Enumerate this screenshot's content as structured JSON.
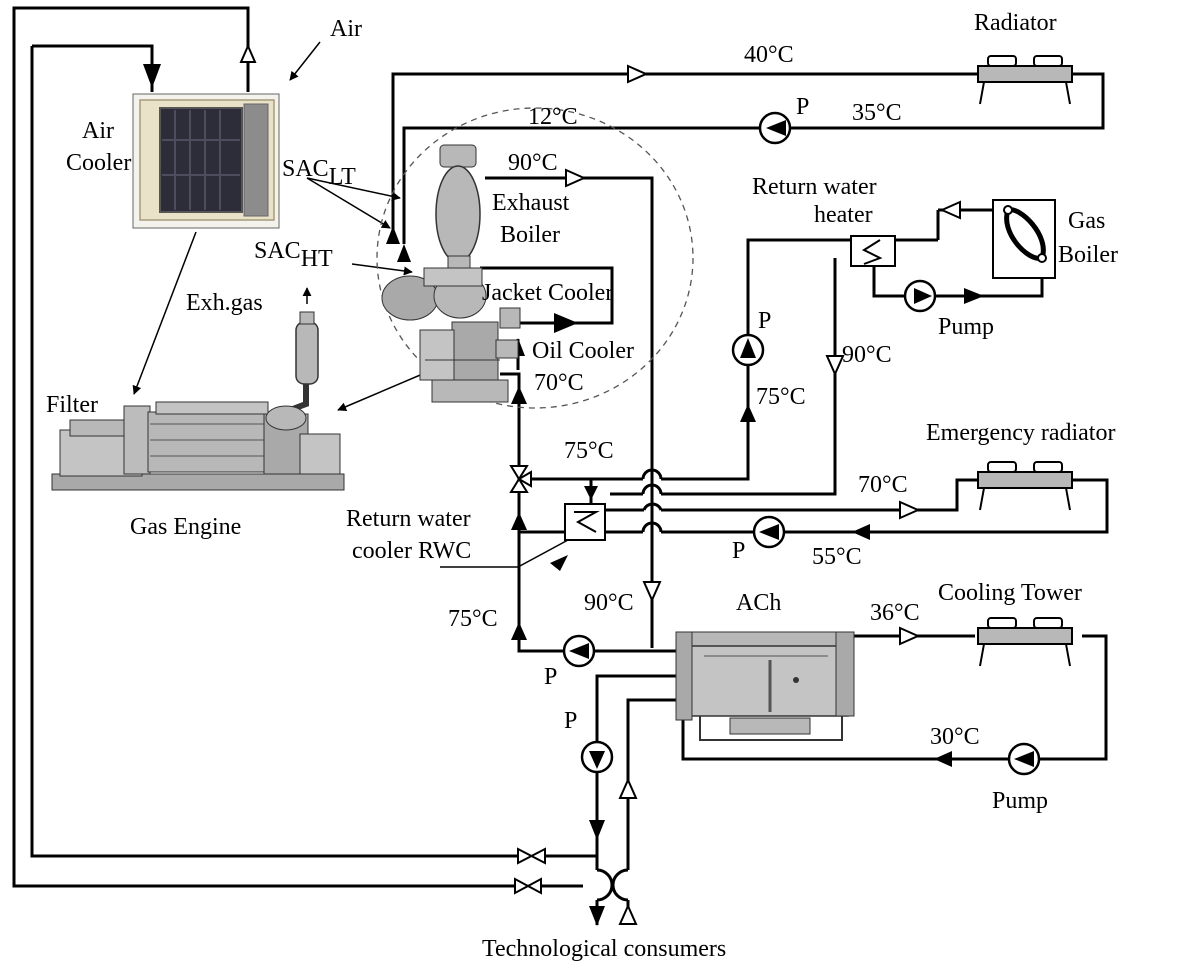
{
  "labels": {
    "air": "Air",
    "air_cooler_1": "Air",
    "air_cooler_2": "Cooler",
    "sac_lt": "SAC",
    "sac_lt_sub": "LT",
    "sac_ht": "SAC",
    "sac_ht_sub": "HT",
    "exh_gas": "Exh.gas",
    "filter": "Filter",
    "gas_engine": "Gas Engine",
    "exhaust_boiler_1": "Exhaust",
    "exhaust_boiler_2": "Boiler",
    "jacket_cooler": "Jacket Cooler",
    "oil_cooler": "Oil Cooler",
    "radiator": "Radiator",
    "return_water_heater_1": "Return water",
    "return_water_heater_2": "heater",
    "gas_boiler_1": "Gas",
    "gas_boiler_2": "Boiler",
    "pump_boiler": "Pump",
    "emergency_radiator": "Emergency radiator",
    "rwc_1": "Return water",
    "rwc_2": "cooler RWC",
    "ach": "ACh",
    "cooling_tower": "Cooling Tower",
    "pump_tower": "Pump",
    "consumers": "Technological consumers",
    "p1": "P",
    "p2": "P",
    "p3": "P",
    "p4": "P",
    "p5": "P"
  },
  "temperatures": {
    "t40": "40°C",
    "t35": "35°C",
    "t12": "12°C",
    "t90_exh": "90°C",
    "t70_engine": "70°C",
    "t75_mid": "75°C",
    "t75_heater": "75°C",
    "t90_heater": "90°C",
    "t70_emerg": "70°C",
    "t55": "55°C",
    "t90_ach": "90°C",
    "t75_left": "75°C",
    "t36": "36°C",
    "t30": "30°C"
  },
  "colors": {
    "line": "#000000",
    "equipment": "#b8b8b8",
    "equipment_dark": "#8c8c8c",
    "air_cooler_frame": "#e9e2c8",
    "air_cooler_core": "#2d2d3a"
  }
}
